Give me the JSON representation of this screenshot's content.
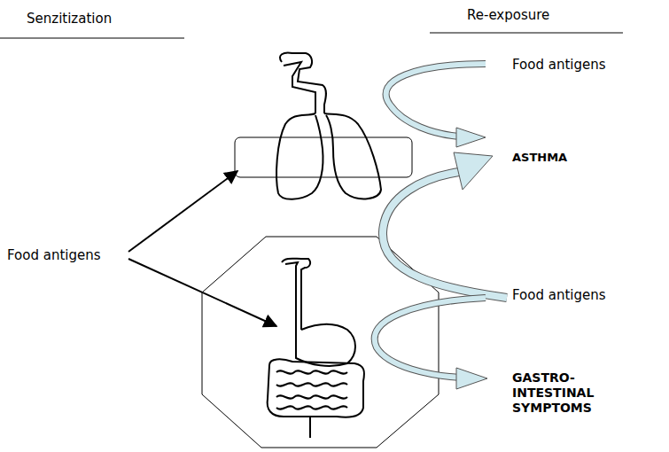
{
  "diagram": {
    "labels": [
      "Senzitization",
      "Re-exposure",
      "Food antigens",
      "Food antigens",
      "ASTHMA",
      "Food antigens",
      "GASTRO- INTESTINAL SYMPTOMS"
    ]
  }
}
